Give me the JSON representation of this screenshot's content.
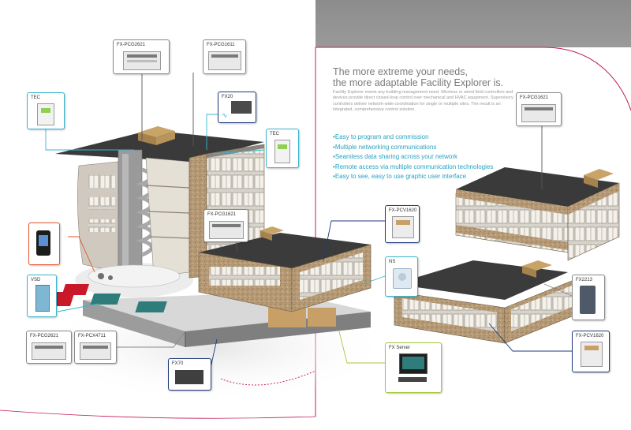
{
  "headline": {
    "line1": "The more extreme your needs,",
    "line2": "the more adaptable Facility Explorer is."
  },
  "body_text": "Facility Explorer meets any building management need. Wireless or wired field controllers and devices provide direct closed-loop control over mechanical and HVAC equipment. Supervisory controllers deliver network-wide coordination for single or multiple sites. The result is an integrated, comprehensive control solution.",
  "bullets": [
    "Easy to program and commission",
    "Multiple networking communications",
    "Seamless data sharing across your network",
    "Remote access via multiple communication technologies",
    "Easy to see, easy to use graphic user interface"
  ],
  "callouts": {
    "pcg2621_top": "FX-PCG2621",
    "pcg1611": "FX-PCG1611",
    "tec_left": "TEC",
    "fx20": "FX20",
    "tec_mid": "TEC",
    "pcg1621_left": "FX-PCG1621",
    "mobile": "",
    "vsd": "VSD",
    "pcg2621_bottom": "FX-PCG2621",
    "pcx4711": "FX-PCX4711",
    "fx70": "FX70",
    "pcv1620_mid": "FX-PCV1620",
    "ns": "NS",
    "fx_server": "FX Server",
    "pcg1621_right": "FX-PCG1621",
    "fx2213": "FX2213",
    "pcv1620_right": "FX-PCV1620"
  },
  "colors": {
    "right_page_gray": "#8c8c8c",
    "magenta_border": "#c2185b",
    "bullet_text": "#27a3c0",
    "lime_border": "#a6c93c",
    "cyan_border": "#38b6d0",
    "orange_border": "#e2592c",
    "navy_border": "#1f3a7a"
  }
}
